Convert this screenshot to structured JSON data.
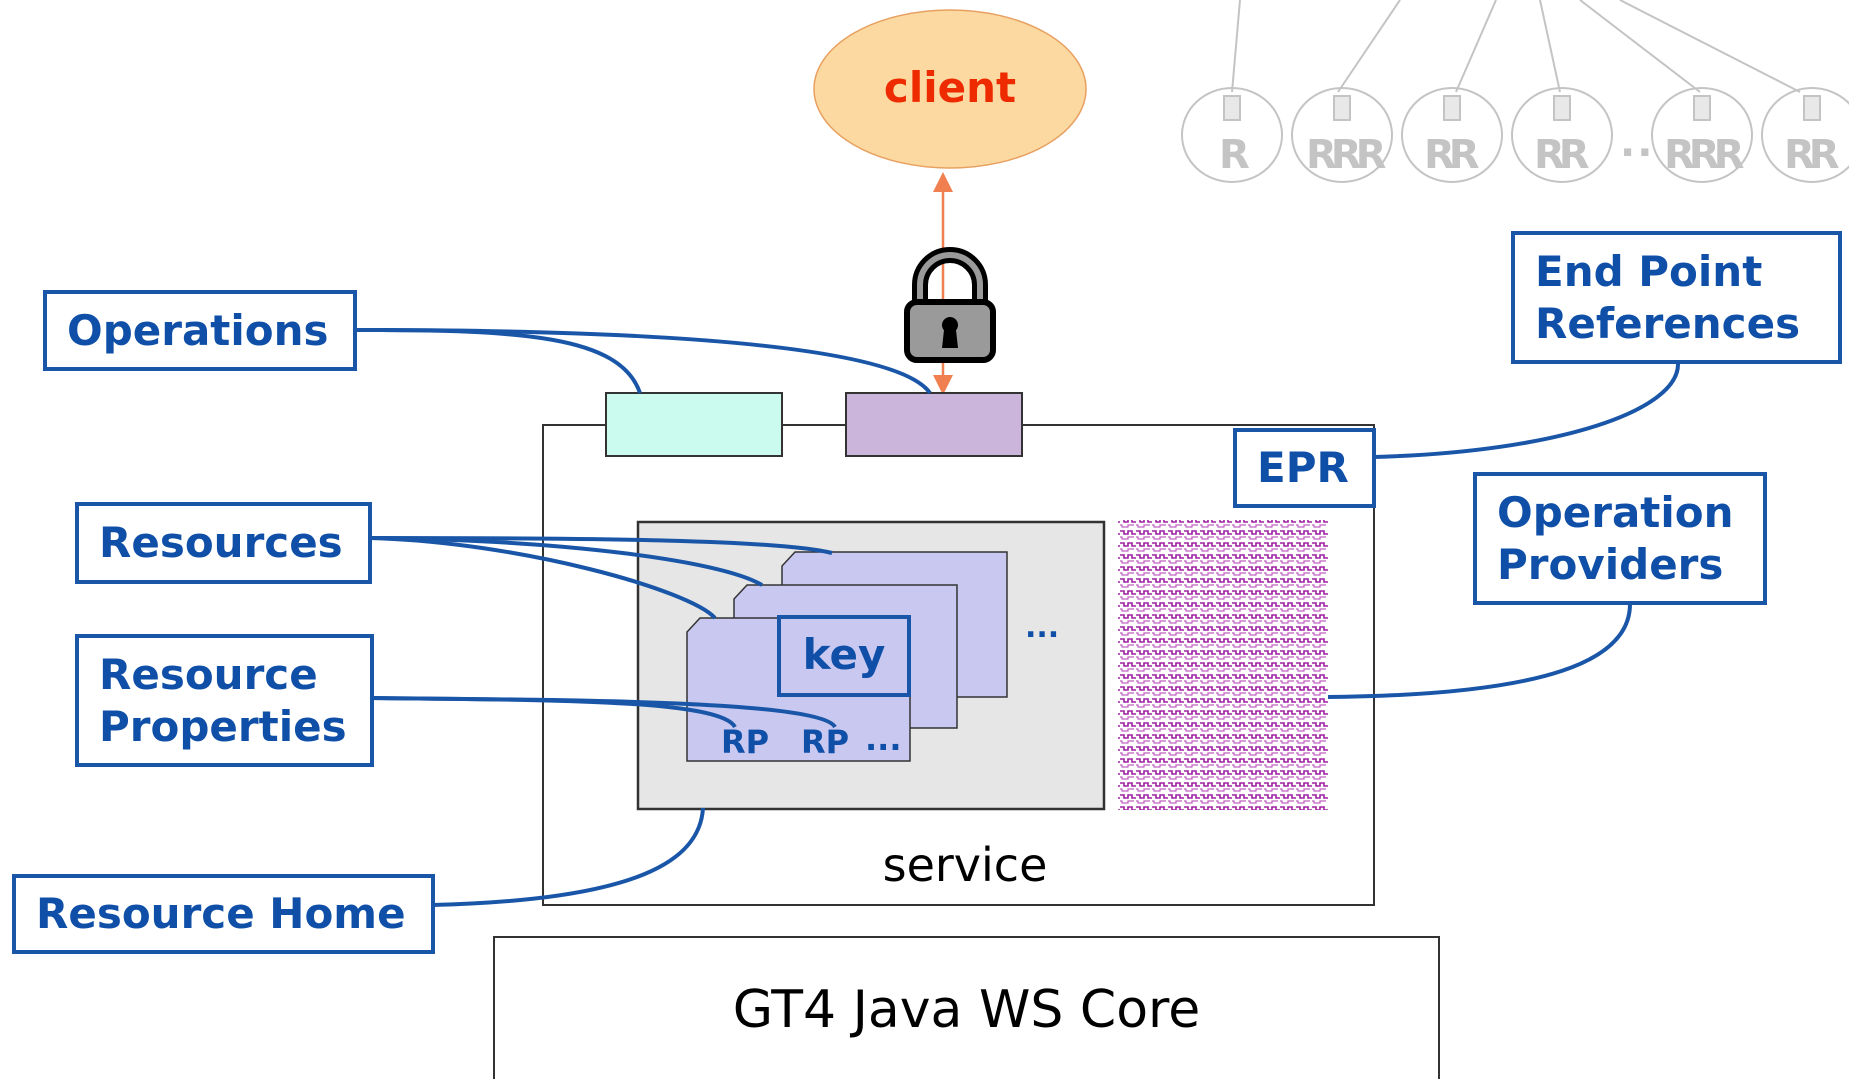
{
  "client": {
    "label": "client",
    "fill": "#fbd9a0",
    "text_color": "#ee2b00"
  },
  "callouts": {
    "operations": "Operations",
    "resources": "Resources",
    "resource_properties": [
      "Resource",
      "Properties"
    ],
    "resource_home": "Resource Home",
    "end_point_references": [
      "End Point",
      "References"
    ],
    "epr": "EPR",
    "operation_providers": [
      "Operation",
      "Providers"
    ]
  },
  "service": {
    "label": "service",
    "key_label": "key",
    "rp_labels": [
      "RP",
      "RP",
      "..."
    ],
    "more_dots": "...",
    "resource_fill": "#c8c8f0",
    "home_fill": "#e6e6e6",
    "op_box_left_fill": "#cbfaef",
    "op_box_right_fill": "#cbb5db"
  },
  "core": {
    "label": "GT4 Java WS Core"
  },
  "resource_tree": {
    "nodes": [
      "R",
      "RRR",
      "RR",
      "RR",
      "RRR",
      "RR"
    ],
    "ellipsis": "..",
    "color": "#c4c4c4"
  },
  "colors": {
    "accent": "#1a56a8",
    "arrow": "#f08050",
    "lock": "#8a8a8a",
    "provider_pattern": "#a020a0"
  },
  "icons": [
    "lock-icon",
    "operation-providers-pattern"
  ]
}
